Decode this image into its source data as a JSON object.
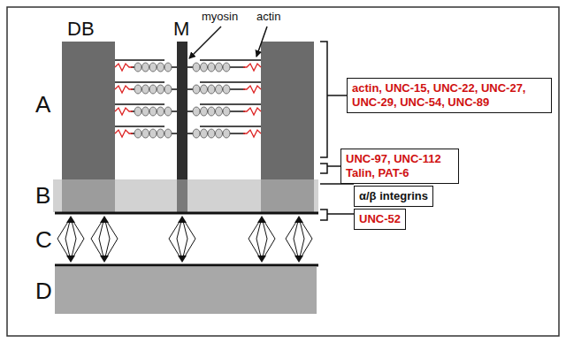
{
  "diagram": {
    "nodes": [
      {
        "text": [
          "actin, UNC-15, UNC-22, UNC-27, UNC-29, UNC-54, UNC-89"
        ]
      },
      {
        "text": [
          "UNC-97, UNC-112 Talin, PAT-6"
        ]
      },
      {
        "text": [
          "α/β integrins"
        ]
      },
      {
        "text": [
          "UNC-52"
        ]
      }
    ],
    "labels": [
      "DB",
      "M",
      "myosin",
      "actin",
      "A",
      "B",
      "C",
      "D"
    ]
  }
}
